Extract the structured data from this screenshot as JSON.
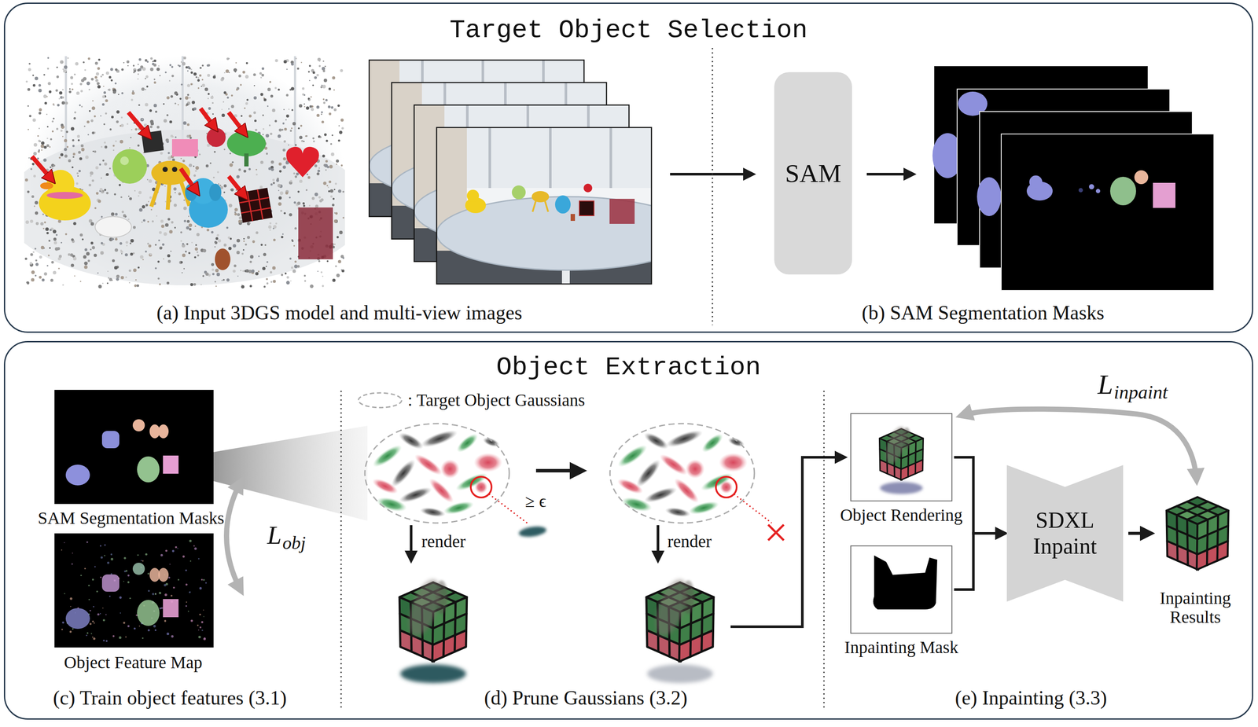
{
  "diagram": {
    "nodes": [
      {
        "text": [
          "Target Object Selection"
        ]
      },
      {
        "text": [
          "SAM"
        ],
        "in": 0
      },
      {
        "text": [
          "Object Extraction"
        ]
      },
      {
        "text": [
          "Object Rendering"
        ],
        "in": 2
      },
      {
        "text": [
          "Inpainting Mask"
        ],
        "in": 2
      },
      {
        "text": [
          "SDXL Inpaint"
        ],
        "in": 2
      }
    ],
    "edges": [
      {
        "from": 3,
        "to": 5,
        "arrow": "to"
      },
      {
        "from": 4,
        "to": 5,
        "arrow": "to"
      }
    ],
    "labels": [
      "(a) Input 3DGS model and multi-view images",
      "(b) SAM Segmentation Masks",
      "SAM Segmentation Masks",
      "L",
      "obj",
      "Object Feature Map",
      "render",
      "≥ ϵ",
      "render",
      "L",
      "inpaint",
      "Inpainting Results",
      "(c) Train object features (3.1)",
      "(d) Prune Gaussians (3.2)",
      "(e) Inpainting (3.3)"
    ],
    "legend": [
      {
        "text": ": Target Object Gaussians"
      }
    ]
  }
}
